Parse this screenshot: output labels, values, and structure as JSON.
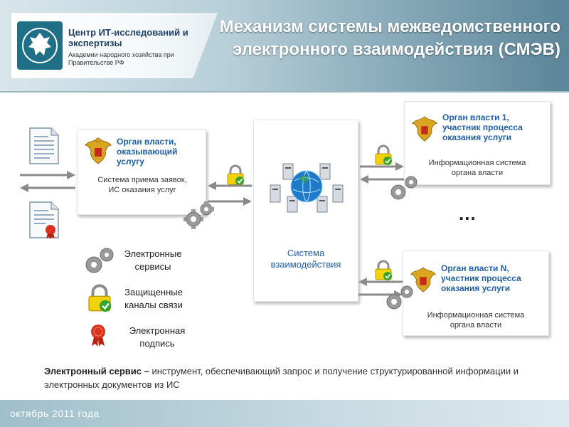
{
  "header": {
    "org_name": "Центр ИТ-исследований и экспертизы",
    "org_affiliation": "Академии народного хозяйства при Правительстве РФ",
    "title": "Механизм системы межведомственного электронного взаимодействия (СМЭВ)"
  },
  "left_card": {
    "title": "Орган власти, оказывающий услугу",
    "subtitle": "Система приема заявок, ИС оказания услуг"
  },
  "center_card": {
    "title": "Система взаимодействия"
  },
  "right_card_1": {
    "title": "Орган власти 1, участник процесса оказания услуги",
    "subtitle": "Информационная система органа власти"
  },
  "ellipsis": "...",
  "right_card_n": {
    "title": "Орган власти N, участник процесса оказания услуги",
    "subtitle": "Информационная система органа власти"
  },
  "legend": {
    "services": "Электронные сервисы",
    "channels": "Защищенные каналы связи",
    "signature": "Электронная подпись"
  },
  "note": {
    "term": "Электронный сервис –",
    "definition": " инструмент, обеспечивающий запрос и получение структурированной информации и электронных документов из ИС"
  },
  "footer": {
    "date": "октябрь 2011 года"
  },
  "colors": {
    "accent_blue": "#1f5fa8",
    "header_teal": "#5b8598",
    "lock_yellow": "#f2d20c",
    "check_green": "#35a52a",
    "seal_red": "#d8321e"
  },
  "icons": [
    "document-icon",
    "signed-document-icon",
    "emblem-icon",
    "lock-icon",
    "gears-icon",
    "globe-icon",
    "server-icon",
    "seal-icon"
  ]
}
